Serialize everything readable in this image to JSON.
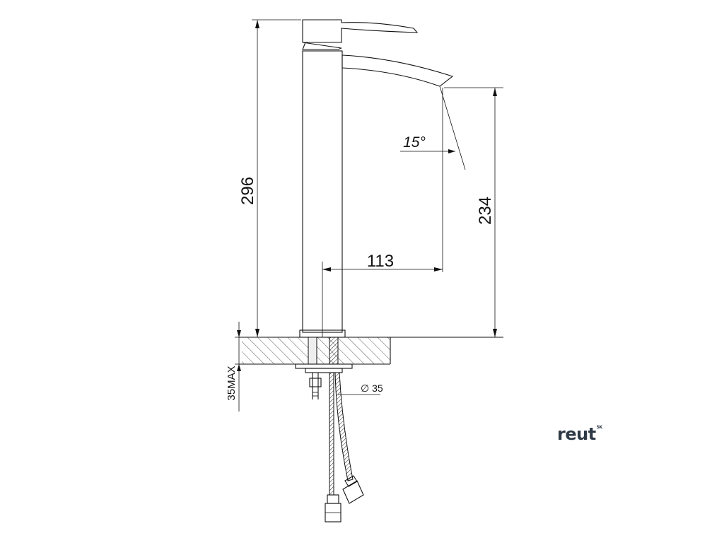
{
  "drawing": {
    "dimensions": {
      "total_height": "296",
      "spout_height": "234",
      "spout_reach": "113",
      "spout_angle": "15°",
      "mount_diameter": "∅ 35",
      "max_deck_thickness": "35MAX"
    }
  },
  "brand": {
    "name": "reut",
    "suffix": "SK",
    "color": "#2e3a46"
  }
}
